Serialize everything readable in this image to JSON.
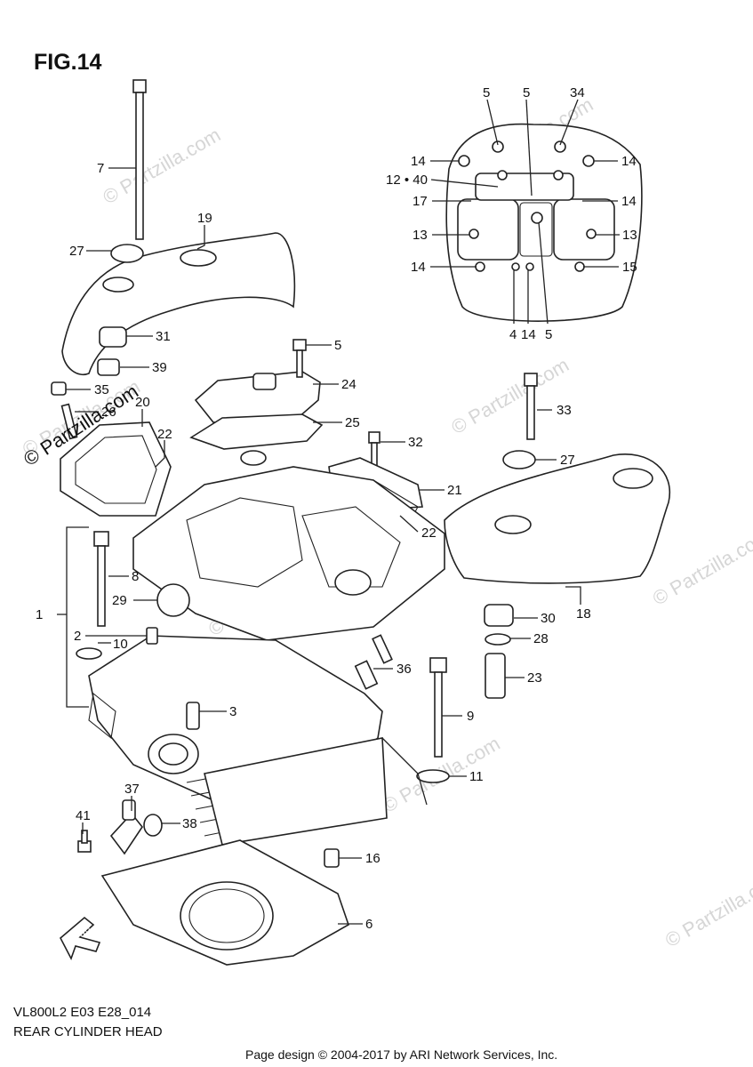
{
  "figure": {
    "title": "FIG.14",
    "model_code": "VL800L2 E03 E28_014",
    "name": "REAR CYLINDER HEAD",
    "credit": "Page design © 2004-2017 by ARI Network Services, Inc.",
    "brand": "© Partzilla.com",
    "watermark": "© Partzilla.com",
    "fwd_marker": "FWD"
  },
  "callouts": [
    {
      "id": "c-7",
      "text": "7"
    },
    {
      "id": "c-19",
      "text": "19"
    },
    {
      "id": "c-27a",
      "text": "27"
    },
    {
      "id": "c-31",
      "text": "31"
    },
    {
      "id": "c-39",
      "text": "39"
    },
    {
      "id": "c-35",
      "text": "35"
    },
    {
      "id": "c-26",
      "text": "26"
    },
    {
      "id": "c-20",
      "text": "20"
    },
    {
      "id": "c-22a",
      "text": "22"
    },
    {
      "id": "c-5a",
      "text": "5"
    },
    {
      "id": "c-24",
      "text": "24"
    },
    {
      "id": "c-25",
      "text": "25"
    },
    {
      "id": "c-32",
      "text": "32"
    },
    {
      "id": "c-21",
      "text": "21"
    },
    {
      "id": "c-22b",
      "text": "22"
    },
    {
      "id": "c-33",
      "text": "33"
    },
    {
      "id": "c-27b",
      "text": "27"
    },
    {
      "id": "c-18",
      "text": "18"
    },
    {
      "id": "c-30",
      "text": "30"
    },
    {
      "id": "c-28",
      "text": "28"
    },
    {
      "id": "c-23",
      "text": "23"
    },
    {
      "id": "c-1",
      "text": "1"
    },
    {
      "id": "c-8",
      "text": "8"
    },
    {
      "id": "c-29",
      "text": "29"
    },
    {
      "id": "c-2",
      "text": "2"
    },
    {
      "id": "c-10",
      "text": "10"
    },
    {
      "id": "c-36",
      "text": "36"
    },
    {
      "id": "c-3",
      "text": "3"
    },
    {
      "id": "c-9",
      "text": "9"
    },
    {
      "id": "c-11",
      "text": "11"
    },
    {
      "id": "c-37",
      "text": "37"
    },
    {
      "id": "c-41",
      "text": "41"
    },
    {
      "id": "c-38",
      "text": "38"
    },
    {
      "id": "c-16",
      "text": "16"
    },
    {
      "id": "c-6",
      "text": "6"
    },
    {
      "id": "d-5a",
      "text": "5"
    },
    {
      "id": "d-5b",
      "text": "5"
    },
    {
      "id": "d-34",
      "text": "34"
    },
    {
      "id": "d-14a",
      "text": "14"
    },
    {
      "id": "d-14b",
      "text": "14"
    },
    {
      "id": "d-1240",
      "text": "12 • 40"
    },
    {
      "id": "d-17",
      "text": "17"
    },
    {
      "id": "d-14c",
      "text": "14"
    },
    {
      "id": "d-13a",
      "text": "13"
    },
    {
      "id": "d-13b",
      "text": "13"
    },
    {
      "id": "d-14d",
      "text": "14"
    },
    {
      "id": "d-15",
      "text": "15"
    },
    {
      "id": "d-4",
      "text": "4"
    },
    {
      "id": "d-14e",
      "text": "14"
    },
    {
      "id": "d-5c",
      "text": "5"
    }
  ]
}
